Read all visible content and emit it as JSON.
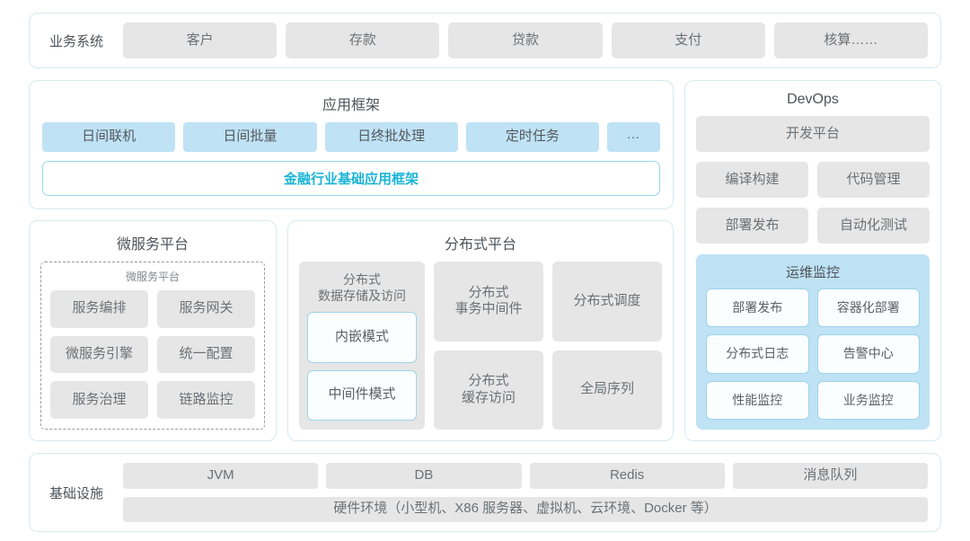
{
  "business_systems": {
    "label": "业务系统",
    "items": [
      "客户",
      "存款",
      "贷款",
      "支付",
      "核算……"
    ]
  },
  "app_framework": {
    "title": "应用框架",
    "chips": [
      "日间联机",
      "日间批量",
      "日终批处理",
      "定时任务"
    ],
    "ellipsis": "...",
    "banner": "金融行业基础应用框架"
  },
  "microservice_platform": {
    "title": "微服务平台",
    "sub_title": "微服务平台",
    "items": [
      "服务编排",
      "服务网关",
      "微服务引擎",
      "统一配置",
      "服务治理",
      "链路监控"
    ]
  },
  "distributed_platform": {
    "title": "分布式平台",
    "storage": {
      "title": "分布式\n数据存储及访问",
      "modes": [
        "内嵌模式",
        "中间件模式"
      ]
    },
    "col2": [
      "分布式\n事务中间件",
      "分布式\n缓存访问"
    ],
    "col3": [
      "分布式调度",
      "全局序列"
    ]
  },
  "devops": {
    "title": "DevOps",
    "platform": "开发平台",
    "pairs": [
      "编译构建",
      "代码管理",
      "部署发布",
      "自动化测试"
    ],
    "ops_monitor": {
      "title": "运维监控",
      "items": [
        "部署发布",
        "容器化部署",
        "分布式日志",
        "告警中心",
        "性能监控",
        "业务监控"
      ]
    }
  },
  "infrastructure": {
    "label": "基础设施",
    "items": [
      "JVM",
      "DB",
      "Redis",
      "消息队列"
    ],
    "hardware": "硬件环境（小型机、X86 服务器、虚拟机、云环境、Docker 等）"
  },
  "colors": {
    "card_border": "#d6e9f0",
    "chip_gray": "#e6e6e6",
    "chip_blue": "#bfe2f5",
    "accent_cyan": "#1ab4d6",
    "text_dark": "#4d5359",
    "text_gray": "#6b7176"
  }
}
